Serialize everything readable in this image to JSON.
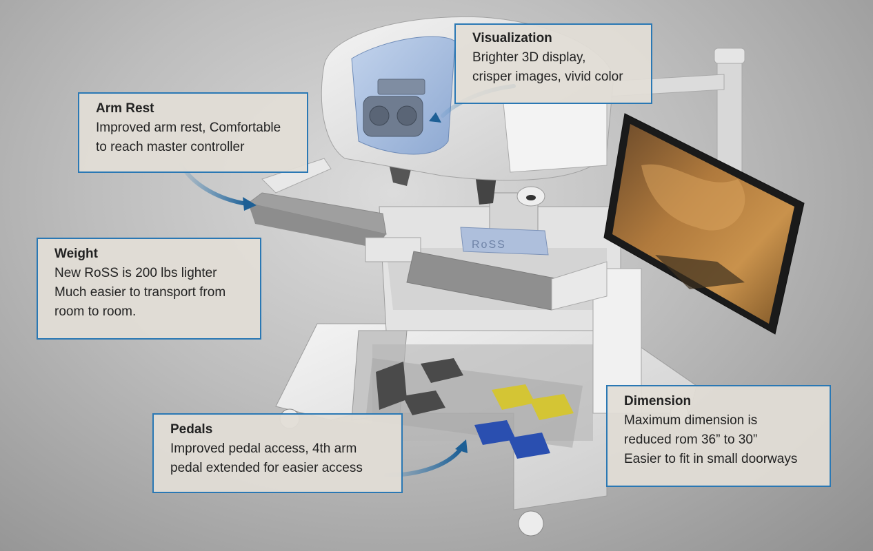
{
  "robot": {
    "logo_text": "RoSS"
  },
  "callouts": {
    "visualization": {
      "title": "Visualization",
      "lines": [
        "Brighter 3D display,",
        "crisper images, vivid color"
      ]
    },
    "armrest": {
      "title": "Arm Rest",
      "lines": [
        "Improved arm rest, Comfortable",
        "to reach master controller"
      ]
    },
    "weight": {
      "title": "Weight",
      "lines": [
        "New RoSS is 200 lbs lighter",
        "Much easier to transport from",
        "room to room."
      ]
    },
    "pedals": {
      "title": "Pedals",
      "lines": [
        "Improved pedal access, 4th arm",
        "pedal extended for easier access"
      ]
    },
    "dimension": {
      "title": "Dimension",
      "lines": [
        "Maximum dimension is",
        "reduced rom 36” to 30”",
        "Easier to fit in small doorways"
      ]
    }
  },
  "colors": {
    "accent_blue": "#2a78b4",
    "visor_blue": "#9fb9dc",
    "pedal_yellow": "#d4c534",
    "pedal_blue": "#2a4fb0",
    "pedal_dark": "#4a4a4a"
  }
}
